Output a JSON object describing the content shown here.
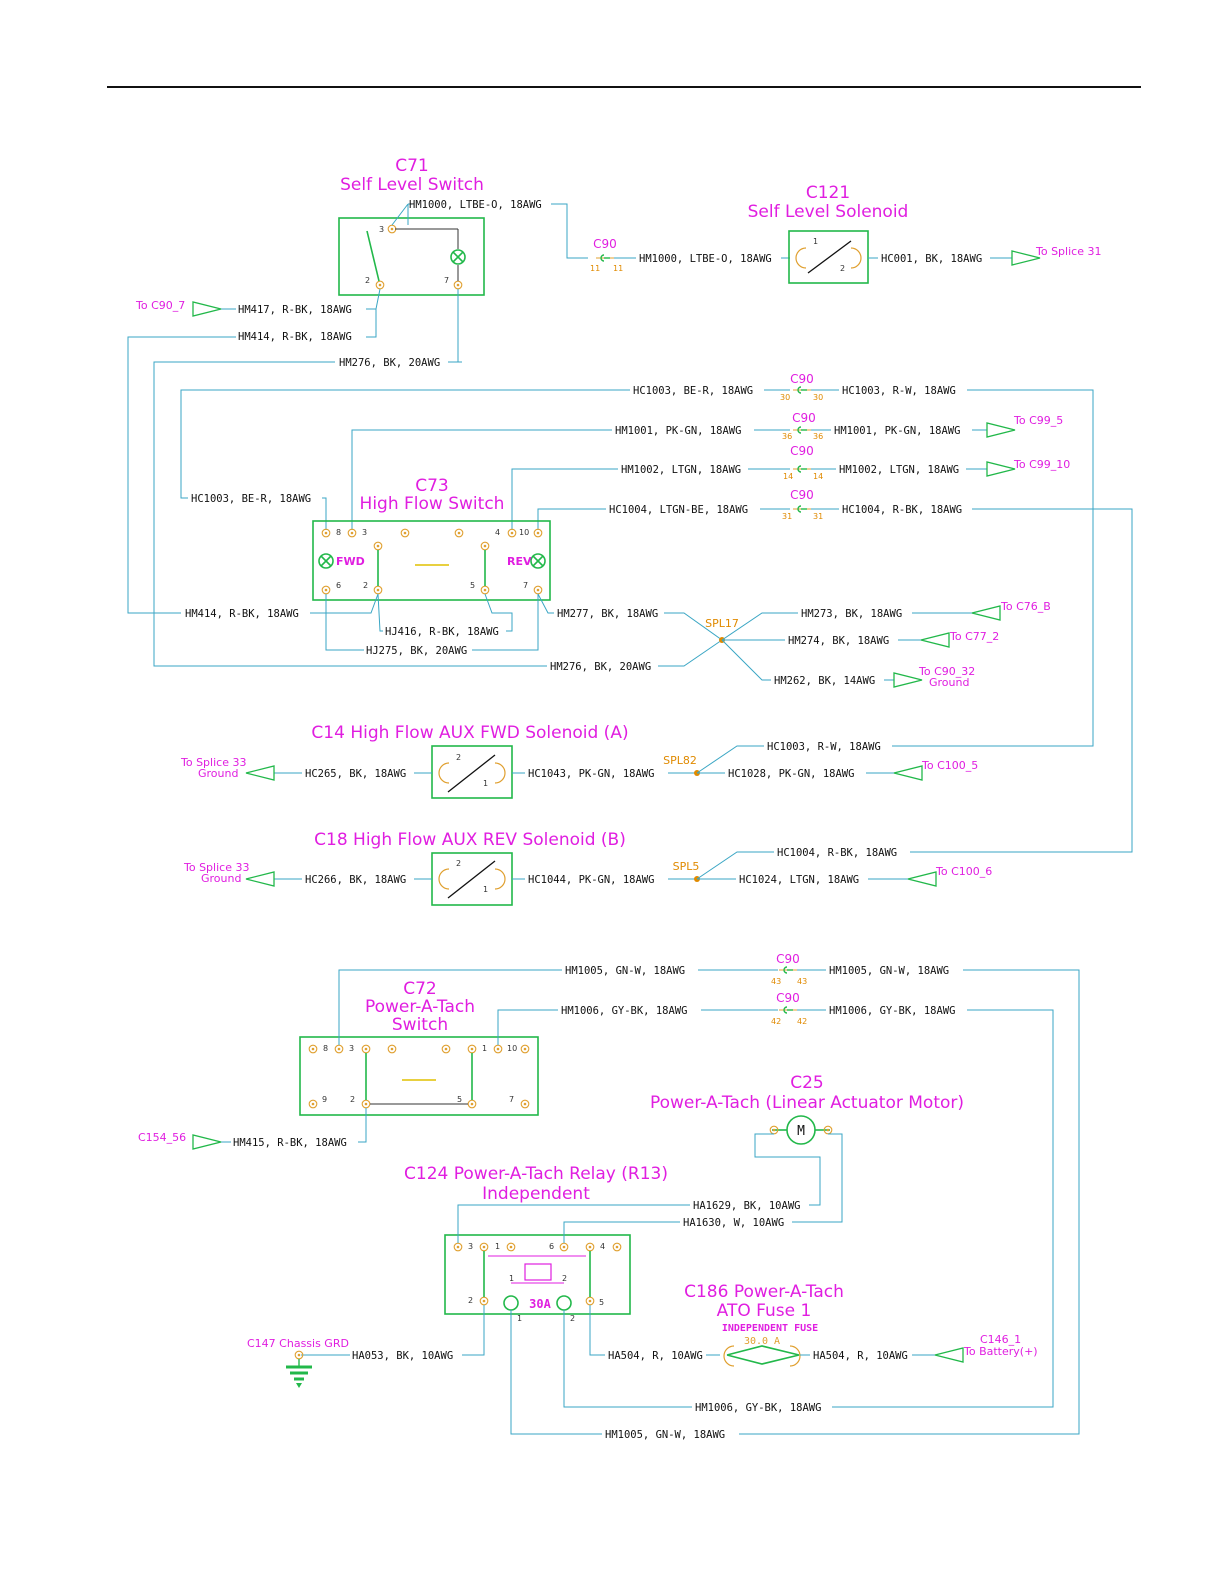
{
  "colors": {
    "wire": "#3aa6c4",
    "component_box": "#22b84a",
    "label": "#e01ee0",
    "pin": "#e0a030",
    "splice": "#e08a00"
  },
  "components": {
    "c71": {
      "id": "C71",
      "name": "Self Level Switch"
    },
    "c121": {
      "id": "C121",
      "name": "Self Level Solenoid"
    },
    "c73": {
      "id": "C73",
      "name": "High Flow Switch",
      "fwd": "FWD",
      "rev": "REV"
    },
    "c14": {
      "name": "C14 High Flow AUX FWD Solenoid (A)"
    },
    "c18": {
      "name": "C18 High Flow AUX REV Solenoid (B)"
    },
    "c72": {
      "id": "C72",
      "name1": "Power-A-Tach",
      "name2": "Switch"
    },
    "c25": {
      "id": "C25",
      "name": "Power-A-Tach (Linear Actuator Motor)",
      "motor": "M"
    },
    "c124": {
      "name1": "C124 Power-A-Tach Relay (R13)",
      "name2": "Independent",
      "fuse": "30A"
    },
    "c186": {
      "name1": "C186 Power-A-Tach",
      "name2": "ATO Fuse 1",
      "note": "INDEPENDENT FUSE",
      "rating": "30.0 A"
    },
    "c147": {
      "name": "C147 Chassis GRD"
    },
    "c90": "C90"
  },
  "splices": {
    "spl17": "SPL17",
    "spl82": "SPL82",
    "spl5": "SPL5"
  },
  "refs": {
    "c90_7": "To C90_7",
    "splice31": "To Splice 31",
    "c99_5": "To C99_5",
    "c99_10": "To C99_10",
    "c76_b": "To C76_B",
    "c77_2": "To C77_2",
    "c90_32": "To C90_32",
    "c90_32_sub": "Ground",
    "splice33": "To Splice 33",
    "splice33_sub": "Ground",
    "c100_5": "To C100_5",
    "c100_6": "To C100_6",
    "c154_56": "C154_56",
    "c146_1": "C146_1",
    "battery": "To Battery(+)"
  },
  "wires": {
    "hm1000_a": "HM1000, LTBE-O, 18AWG",
    "hm1000_b": "HM1000, LTBE-O, 18AWG",
    "hc001": "HC001, BK, 18AWG",
    "hm417": "HM417, R-BK, 18AWG",
    "hm414_a": "HM414, R-BK, 18AWG",
    "hm276_a": "HM276, BK, 20AWG",
    "hc1003_bl": "HC1003, BE-R, 18AWG",
    "hc1003_r": "HC1003, R-W, 18AWG",
    "hm1001_l": "HM1001, PK-GN, 18AWG",
    "hm1001_r": "HM1001, PK-GN, 18AWG",
    "hm1002_l": "HM1002, LTGN, 18AWG",
    "hm1002_r": "HM1002, LTGN, 18AWG",
    "hc1003_bl2": "HC1003, BE-R, 18AWG",
    "hc1004_l": "HC1004, LTGN-BE, 18AWG",
    "hc1004_r": "HC1004, R-BK, 18AWG",
    "hm414_b": "HM414, R-BK, 18AWG",
    "hj416": "HJ416, R-BK, 18AWG",
    "hj275": "HJ275, BK, 20AWG",
    "hm277": "HM277, BK, 18AWG",
    "hm276_b": "HM276, BK, 20AWG",
    "hm273": "HM273, BK, 18AWG",
    "hm274": "HM274, BK, 18AWG",
    "hm262": "HM262, BK, 14AWG",
    "hc265": "HC265, BK, 18AWG",
    "hc1043": "HC1043, PK-GN, 18AWG",
    "hc1003_rw2": "HC1003, R-W, 18AWG",
    "hc1028": "HC1028, PK-GN, 18AWG",
    "hc266": "HC266, BK, 18AWG",
    "hc1044": "HC1044, PK-GN, 18AWG",
    "hc1004_rb2": "HC1004, R-BK, 18AWG",
    "hc1024": "HC1024, LTGN, 18AWG",
    "hm1005_l": "HM1005, GN-W, 18AWG",
    "hm1005_r": "HM1005, GN-W, 18AWG",
    "hm1006_l": "HM1006, GY-BK, 18AWG",
    "hm1006_r": "HM1006, GY-BK, 18AWG",
    "hm415": "HM415, R-BK, 18AWG",
    "ha1629": "HA1629, BK, 10AWG",
    "ha1630": "HA1630, W, 10AWG",
    "ha053": "HA053, BK, 10AWG",
    "ha504_l": "HA504, R, 10AWG",
    "ha504_r": "HA504, R, 10AWG",
    "hm1006_b": "HM1006, GY-BK, 18AWG",
    "hm1005_b": "HM1005, GN-W, 18AWG"
  },
  "pins": {
    "p1": "1",
    "p2": "2",
    "p3": "3",
    "p4": "4",
    "p5": "5",
    "p6": "6",
    "p7": "7",
    "p8": "8",
    "p9": "9",
    "p10": "10",
    "p11": "11",
    "p14": "14",
    "p30": "30",
    "p31": "31",
    "p36": "36",
    "p42": "42",
    "p43": "43"
  }
}
